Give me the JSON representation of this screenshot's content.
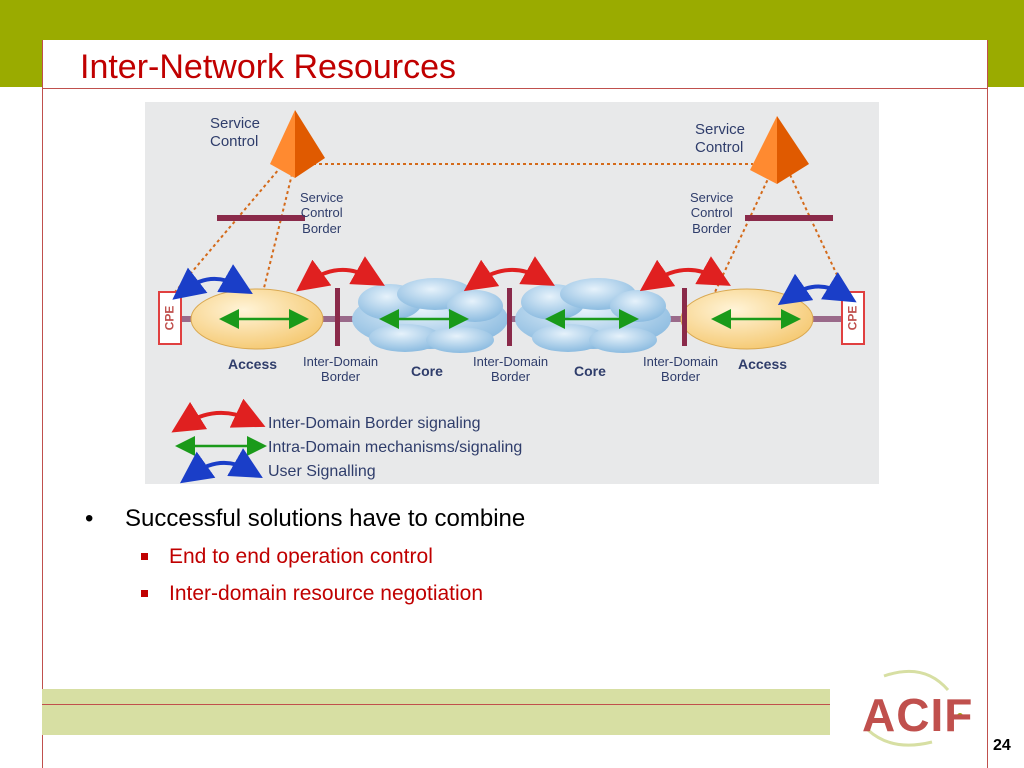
{
  "slide": {
    "title": "Inter-Network Resources",
    "page_number": "24",
    "logo_text": "ACIF",
    "colors": {
      "top_bar": "#9aab00",
      "title": "#c00000",
      "footer_bar": "#d7dfa3",
      "accent_line": "#c0504d"
    }
  },
  "diagram": {
    "service_control_left": "Service\nControl",
    "service_control_right": "Service\nControl",
    "scb_left": "Service\nControl\nBorder",
    "scb_right": "Service\nControl\nBorder",
    "cpe_left": "CPE",
    "cpe_right": "CPE",
    "access_left": "Access",
    "access_right": "Access",
    "idb1": "Inter-Domain\nBorder",
    "idb2": "Inter-Domain\nBorder",
    "idb3": "Inter-Domain\nBorder",
    "core1": "Core",
    "core2": "Core",
    "legend": [
      {
        "label": "Inter-Domain Border signaling",
        "color": "#e02020"
      },
      {
        "label": "Intra-Domain mechanisms/signaling",
        "color": "#1a9a1a"
      },
      {
        "label": "User Signalling",
        "color": "#1a3ec8"
      }
    ]
  },
  "bullets": {
    "main": "Successful solutions have to combine",
    "sub": [
      "End to end operation control",
      "Inter-domain resource negotiation"
    ]
  }
}
